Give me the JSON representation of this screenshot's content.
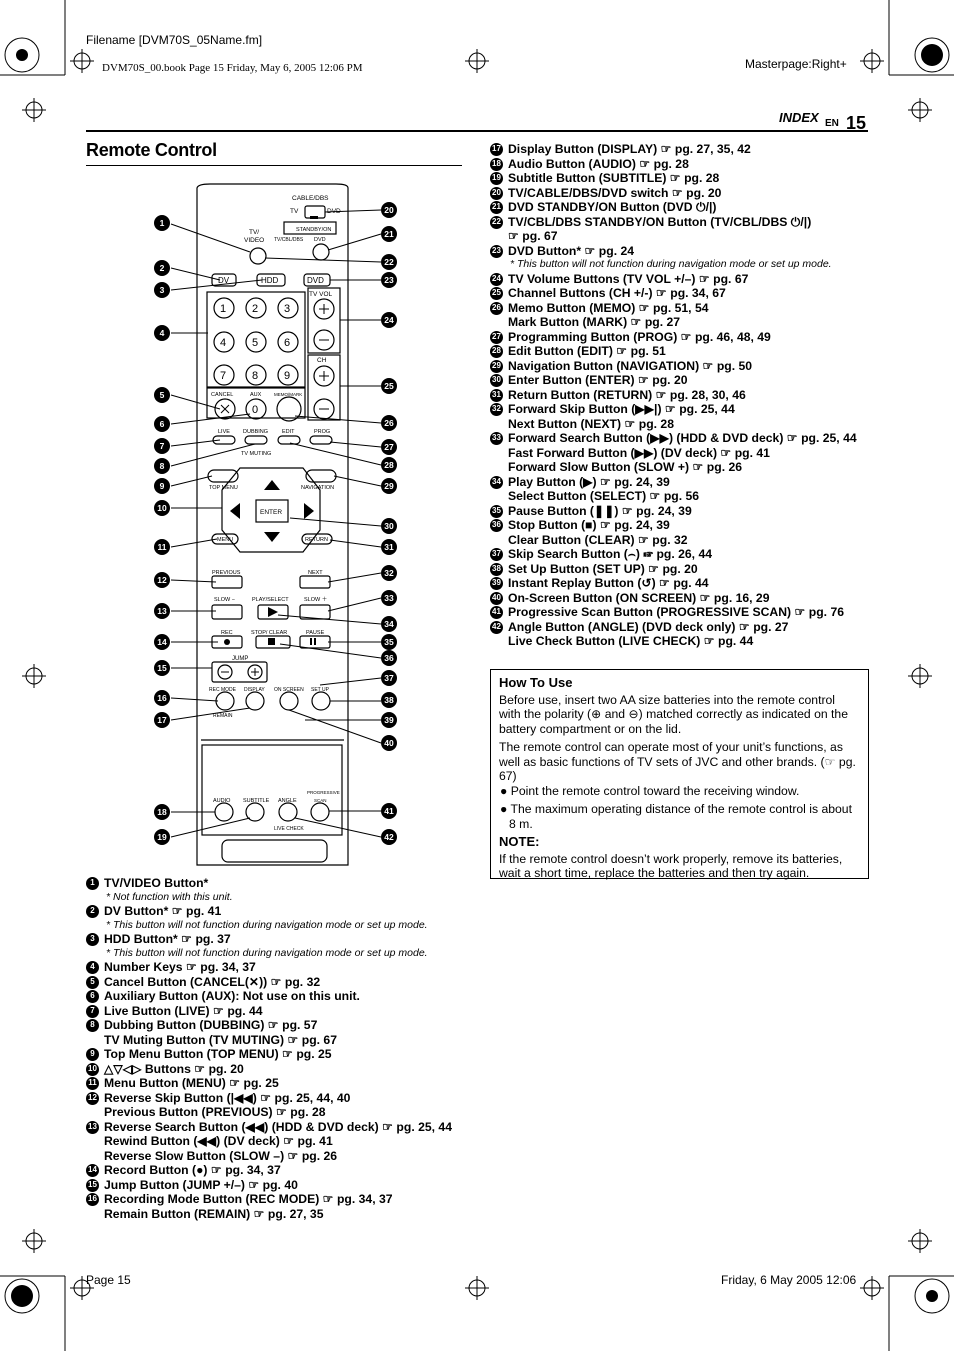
{
  "header": {
    "filename": "Filename [DVM70S_05Name.fm]",
    "bookline": "DVM70S_00.book  Page 15  Friday, May 6, 2005  12:06 PM",
    "masterpage": "Masterpage:Right+",
    "section": "INDEX",
    "lang": "EN",
    "page_number": "15"
  },
  "footer": {
    "left": "Page 15",
    "right": "Friday, 6 May 2005  12:06"
  },
  "title": "Remote Control",
  "remote": {
    "labels": {
      "cable_dbs": "CABLE/DBS",
      "tv": "TV",
      "dvd_sw": "DVD",
      "standby": "STANDBY/ON",
      "tvcbl": "TV/CBL/DBS",
      "dvd_small": "DVD",
      "tv_video": "TV/",
      "tv_video2": "VIDEO",
      "dv": "DV",
      "hdd": "HDD",
      "dvd": "DVD",
      "tv_vol": "TV VOL",
      "ch": "CH",
      "cancel": "CANCEL",
      "aux": "AUX",
      "memo": "MEMO/MARK",
      "live": "LIVE",
      "dubbing": "DUBBING",
      "edit": "EDIT",
      "prog": "PROG",
      "tv_muting": "TV MUTING",
      "top_menu": "TOP MENU",
      "navigation": "NAVIGATION",
      "enter": "ENTER",
      "menu": "MENU",
      "return": "RETURN",
      "previous": "PREVIOUS",
      "next": "NEXT",
      "slow_minus": "SLOW −",
      "play_select": "PLAY/SELECT",
      "slow_plus": "SLOW ＋",
      "rec": "REC",
      "stop_clear": "STOP/ CLEAR",
      "pause": "PAUSE",
      "jump": "JUMP",
      "rec_mode": "REC MODE",
      "display": "DISPLAY",
      "on_screen": "ON SCREEN",
      "set_up": "SET UP",
      "remain": "REMAIN",
      "audio": "AUDIO",
      "subtitle": "SUBTITLE",
      "angle": "ANGLE",
      "progressive": "PROGRESSIVE",
      "scan": "SCAN",
      "live_check": "LIVE CHECK"
    },
    "keys": [
      "1",
      "2",
      "3",
      "4",
      "5",
      "6",
      "7",
      "8",
      "9",
      "0"
    ]
  },
  "left_list": [
    {
      "n": "1",
      "text": "TV/VIDEO Button*",
      "note": "* Not function with this unit."
    },
    {
      "n": "2",
      "text": "DV Button* ☞ pg. 41",
      "note": "* This button will not function during navigation mode or set up mode."
    },
    {
      "n": "3",
      "text": "HDD Button* ☞ pg. 37",
      "note": "* This button will not function during navigation mode or set up mode."
    },
    {
      "n": "4",
      "text": "Number Keys ☞ pg. 34, 37"
    },
    {
      "n": "5",
      "text": "Cancel Button (CANCEL(✕)) ☞ pg. 32"
    },
    {
      "n": "6",
      "text": "Auxiliary Button (AUX): Not use on this unit."
    },
    {
      "n": "7",
      "text": "Live Button (LIVE) ☞ pg. 44"
    },
    {
      "n": "8",
      "text": "Dubbing Button (DUBBING) ☞ pg. 57",
      "line2": "TV Muting Button (TV MUTING) ☞ pg. 67"
    },
    {
      "n": "9",
      "text": "Top Menu Button (TOP MENU) ☞ pg. 25"
    },
    {
      "n": "10",
      "text": "△▽◁▷ Buttons ☞ pg. 20"
    },
    {
      "n": "11",
      "text": "Menu Button (MENU) ☞ pg. 25"
    },
    {
      "n": "12",
      "text": "Reverse Skip Button (|◀◀) ☞ pg. 25, 44, 40",
      "line2": "Previous Button (PREVIOUS) ☞ pg. 28"
    },
    {
      "n": "13",
      "text": "Reverse Search Button (◀◀) (HDD & DVD deck)  ☞ pg. 25, 44",
      "line2": "Rewind Button (◀◀) (DV deck) ☞ pg. 41",
      "line3": "Reverse Slow Button (SLOW –) ☞ pg. 26"
    },
    {
      "n": "14",
      "text": "Record Button (●) ☞ pg. 34, 37"
    },
    {
      "n": "15",
      "text": "Jump Button (JUMP +/–) ☞ pg. 40"
    },
    {
      "n": "16",
      "text": "Recording Mode Button (REC MODE) ☞ pg. 34, 37",
      "line2": "Remain Button (REMAIN) ☞ pg. 27, 35"
    }
  ],
  "right_list": [
    {
      "n": "17",
      "text": "Display Button (DISPLAY) ☞ pg. 27, 35, 42"
    },
    {
      "n": "18",
      "text": "Audio Button (AUDIO) ☞ pg. 28"
    },
    {
      "n": "19",
      "text": "Subtitle Button (SUBTITLE) ☞ pg. 28"
    },
    {
      "n": "20",
      "text": "TV/CABLE/DBS/DVD switch ☞ pg. 20"
    },
    {
      "n": "21",
      "text": "DVD STANDBY/ON Button (DVD ⏻/|)"
    },
    {
      "n": "22",
      "text": "TV/CBL/DBS STANDBY/ON Button (TV/CBL/DBS ⏻/|)",
      "line2": "☞ pg. 67"
    },
    {
      "n": "23",
      "text": "DVD Button* ☞ pg. 24",
      "note": "* This button will not function during navigation mode or set up mode."
    },
    {
      "n": "24",
      "text": "TV Volume Buttons (TV VOL +/–) ☞ pg. 67"
    },
    {
      "n": "25",
      "text": "Channel Buttons (CH +/-) ☞ pg. 34, 67"
    },
    {
      "n": "26",
      "text": "Memo Button (MEMO) ☞ pg. 51, 54",
      "line2": "Mark Button (MARK) ☞ pg. 27"
    },
    {
      "n": "27",
      "text": "Programming Button (PROG) ☞ pg. 46, 48, 49"
    },
    {
      "n": "28",
      "text": "Edit Button (EDIT) ☞ pg. 51"
    },
    {
      "n": "29",
      "text": "Navigation Button (NAVIGATION) ☞ pg. 50"
    },
    {
      "n": "30",
      "text": "Enter Button (ENTER) ☞ pg. 20"
    },
    {
      "n": "31",
      "text": "Return Button (RETURN) ☞ pg. 28, 30, 46"
    },
    {
      "n": "32",
      "text": "Forward Skip Button (▶▶|) ☞ pg. 25, 44",
      "line2": "Next Button (NEXT) ☞ pg. 28"
    },
    {
      "n": "33",
      "text": "Forward Search Button (▶▶) (HDD & DVD deck) ☞ pg. 25, 44",
      "line2": "Fast Forward Button (▶▶) (DV deck) ☞ pg. 41",
      "line3": "Forward Slow Button (SLOW +) ☞ pg. 26"
    },
    {
      "n": "34",
      "text": "Play Button (▶) ☞ pg. 24, 39",
      "line2": "Select Button (SELECT) ☞ pg. 56"
    },
    {
      "n": "35",
      "text": "Pause Button (❚❚) ☞ pg. 24, 39"
    },
    {
      "n": "36",
      "text": "Stop Button (■) ☞ pg. 24, 39",
      "line2": "Clear Button (CLEAR) ☞ pg. 32"
    },
    {
      "n": "37",
      "text": "Skip Search Button (⌢) ☞ pg. 26, 44"
    },
    {
      "n": "38",
      "text": "Set Up Button (SET UP) ☞ pg. 20"
    },
    {
      "n": "39",
      "text": "Instant Replay Button (↺) ☞ pg. 44"
    },
    {
      "n": "40",
      "text": "On-Screen Button (ON SCREEN) ☞ pg. 16, 29"
    },
    {
      "n": "41",
      "text": "Progressive Scan Button (PROGRESSIVE SCAN) ☞ pg. 76"
    },
    {
      "n": "42",
      "text": "Angle Button (ANGLE) (DVD deck only) ☞ pg. 27",
      "line2": "Live Check Button (LIVE CHECK) ☞ pg. 44"
    }
  ],
  "howto": {
    "heading": "How To Use",
    "p1": "Before use, insert two AA size batteries into the remote control with the polarity (⊕ and ⊖) matched correctly as indicated on the battery compartment or on the lid.",
    "p2": "The remote control can operate most of your unit’s functions, as well as basic functions of TV sets of JVC and other brands. (☞ pg. 67)",
    "b1": "● Point the remote control toward the receiving window.",
    "b2": "● The maximum operating distance of the remote control is about 8 m.",
    "note_heading": "NOTE:",
    "note": "If the remote control doesn’t work properly, remove its batteries, wait a short time, replace the batteries and then try again."
  }
}
